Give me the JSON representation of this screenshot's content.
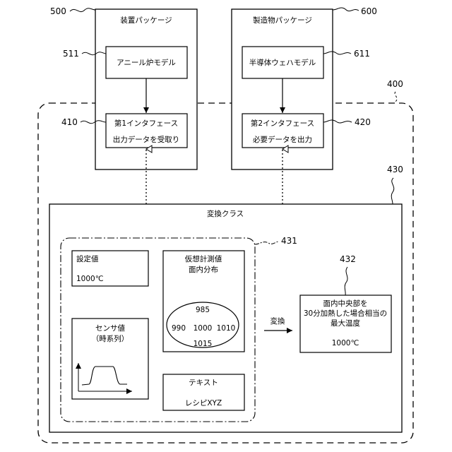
{
  "ref_numbers": {
    "device_package": "500",
    "product_package": "600",
    "annealing_model": "511",
    "wafer_model": "611",
    "system": "400",
    "first_interface": "410",
    "second_interface": "420",
    "conversion_class": "430",
    "inputs_group": "431",
    "output_box": "432"
  },
  "device_package": {
    "title": "装置パッケージ",
    "model_label": "アニール炉モデル",
    "interface_title": "第1インタフェース",
    "interface_sub": "出力データを受取り"
  },
  "product_package": {
    "title": "製造物パッケージ",
    "model_label": "半導体ウェハモデル",
    "interface_title": "第2インタフェース",
    "interface_sub": "必要データを出力"
  },
  "conversion_class": {
    "title": "変換クラス",
    "setpoint": {
      "label": "設定値",
      "value": "1000℃"
    },
    "sensor": {
      "label": "センサ値",
      "sub": "（時系列）"
    },
    "virtual": {
      "label_line1": "仮想計測値",
      "label_line2": "面内分布",
      "top": "985",
      "left": "990",
      "center": "1000",
      "right": "1010",
      "bottom": "1015"
    },
    "text_box": {
      "label": "テキスト",
      "value": "レシピXYZ"
    },
    "arrow_label": "変換",
    "output": {
      "line1": "面内中央部を",
      "line2": "30分加熱した場合相当の",
      "line3": "最大温度",
      "value": "1000℃"
    }
  }
}
